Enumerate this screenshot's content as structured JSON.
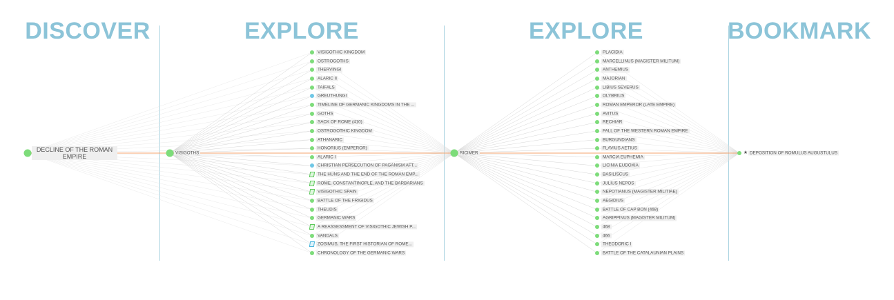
{
  "headers": [
    "DISCOVER",
    "EXPLORE",
    "EXPLORE",
    "BOOKMARK"
  ],
  "colors": {
    "header": "#8cc4d8",
    "node_green": "#7ddc7a",
    "node_blue": "#6fc7e6",
    "path_line": "#f4a36c",
    "link_line": "#cccccc"
  },
  "discover": {
    "label": "DECLINE OF THE ROMAN EMPIRE",
    "icon": "dot-green"
  },
  "explore1": {
    "label": "VISIGOTHS",
    "icon": "dot-green"
  },
  "explore2": {
    "label": "RICIMER",
    "icon": "dot-green"
  },
  "bookmark": {
    "label": "DEPOSITION OF ROMULUS AUGUSTULUS",
    "icon": "star"
  },
  "list1": [
    {
      "label": "VISIGOTHIC KINGDOM",
      "icon": "dot-green"
    },
    {
      "label": "OSTROGOTHS",
      "icon": "dot-green"
    },
    {
      "label": "THERVINGI",
      "icon": "dot-green"
    },
    {
      "label": "ALARIC II",
      "icon": "dot-green"
    },
    {
      "label": "TAIFALS",
      "icon": "dot-green"
    },
    {
      "label": "GREUTHUNGI",
      "icon": "dot-blue"
    },
    {
      "label": "TIMELINE OF GERMANIC KINGDOMS IN THE ...",
      "icon": "dot-green"
    },
    {
      "label": "GOTHS",
      "icon": "dot-green"
    },
    {
      "label": "SACK OF ROME (410)",
      "icon": "dot-green"
    },
    {
      "label": "OSTROGOTHIC KINGDOM",
      "icon": "dot-green"
    },
    {
      "label": "ATHANARIC",
      "icon": "dot-green"
    },
    {
      "label": "HONORIUS (EMPEROR)",
      "icon": "dot-green"
    },
    {
      "label": "ALARIC I",
      "icon": "dot-green"
    },
    {
      "label": "CHRISTIAN PERSECUTION OF PAGANISM AFT...",
      "icon": "dot-blue"
    },
    {
      "label": "THE HUNS AND THE END OF THE ROMAN EMP...",
      "icon": "book-green"
    },
    {
      "label": "ROME, CONSTANTINOPLE, AND THE BARBARIANS",
      "icon": "book-green"
    },
    {
      "label": "VISIGOTHIC SPAIN",
      "icon": "book-green"
    },
    {
      "label": "BATTLE OF THE FRIGIDUS",
      "icon": "dot-green"
    },
    {
      "label": "THEUDIS",
      "icon": "dot-green"
    },
    {
      "label": "GERMANIC WARS",
      "icon": "dot-green"
    },
    {
      "label": "A REASSESSMENT OF VISIGOTHIC JEWISH P...",
      "icon": "book-green"
    },
    {
      "label": "VANDALS",
      "icon": "dot-green"
    },
    {
      "label": "ZOSIMUS, THE FIRST HISTORIAN OF ROME...",
      "icon": "book-blue"
    },
    {
      "label": "CHRONOLOGY OF THE GERMANIC WARS",
      "icon": "dot-green"
    }
  ],
  "list2": [
    {
      "label": "PLACIDIA",
      "icon": "dot-green"
    },
    {
      "label": "MARCELLINUS (MAGISTER MILITUM)",
      "icon": "dot-green"
    },
    {
      "label": "ANTHEMIUS",
      "icon": "dot-green"
    },
    {
      "label": "MAJORIAN",
      "icon": "dot-green"
    },
    {
      "label": "LIBIUS SEVERUS",
      "icon": "dot-green"
    },
    {
      "label": "OLYBRIUS",
      "icon": "dot-green"
    },
    {
      "label": "ROMAN EMPEROR (LATE EMPIRE)",
      "icon": "dot-green"
    },
    {
      "label": "AVITUS",
      "icon": "dot-green"
    },
    {
      "label": "RECHIAR",
      "icon": "dot-green"
    },
    {
      "label": "FALL OF THE WESTERN ROMAN EMPIRE",
      "icon": "dot-green"
    },
    {
      "label": "BURGUNDIANS",
      "icon": "dot-green"
    },
    {
      "label": "FLAVIUS AETIUS",
      "icon": "dot-green"
    },
    {
      "label": "MARCIA EUPHEMIA",
      "icon": "dot-green"
    },
    {
      "label": "LICINIA EUDOXIA",
      "icon": "dot-green"
    },
    {
      "label": "BASILISCUS",
      "icon": "dot-green"
    },
    {
      "label": "JULIUS NEPOS",
      "icon": "dot-green"
    },
    {
      "label": "NEPOTIANUS (MAGISTER MILITIAE)",
      "icon": "dot-green"
    },
    {
      "label": "AEGIDIUS",
      "icon": "dot-green"
    },
    {
      "label": "BATTLE OF CAP BON (468)",
      "icon": "dot-green"
    },
    {
      "label": "AGRIPPINUS (MAGISTER MILITUM)",
      "icon": "dot-green"
    },
    {
      "label": "468",
      "icon": "dot-green"
    },
    {
      "label": "466",
      "icon": "dot-green"
    },
    {
      "label": "THEODORIC I",
      "icon": "dot-green"
    },
    {
      "label": "BATTLE OF THE CATALAUNIAN PLAINS",
      "icon": "dot-green"
    }
  ]
}
